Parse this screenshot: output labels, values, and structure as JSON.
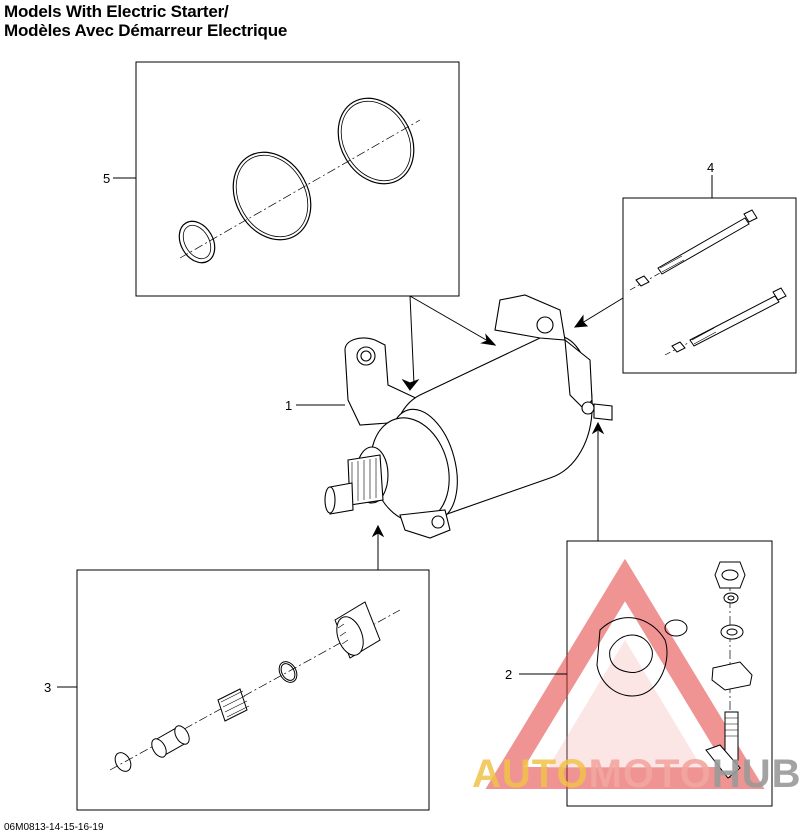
{
  "title": {
    "line1": "Models With Electric Starter/",
    "line2": "Modèles Avec Démarreur Electrique"
  },
  "callouts": {
    "c1": "1",
    "c2": "2",
    "c3": "3",
    "c4": "4",
    "c5": "5"
  },
  "drawing_code": "06M0813-14-15-16-19",
  "watermark": {
    "part1": "AUTO",
    "part2": "MOTO",
    "part3": "HUB",
    "colors": {
      "auto": "#f2c24a",
      "moto": "#f3a6a0",
      "hub": "#9a9a9a",
      "triangle": "#e23b3b"
    }
  }
}
